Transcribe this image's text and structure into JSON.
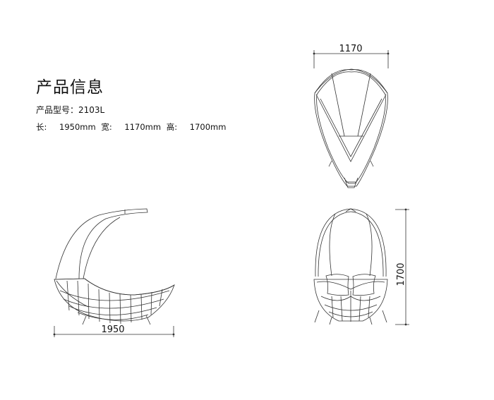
{
  "info": {
    "title": "产品信息",
    "model_label": "产品型号：",
    "model_value": "2103L",
    "length_label": "长:",
    "length_value": "1950mm",
    "width_label": "宽:",
    "width_value": "1170mm",
    "height_label": "高:",
    "height_value": "1700mm"
  },
  "views": {
    "top": {
      "dimension": "1170"
    },
    "side": {
      "dimension": "1950"
    },
    "front": {
      "dimension": "1700"
    }
  },
  "colors": {
    "line": "#333333",
    "background": "#ffffff"
  }
}
